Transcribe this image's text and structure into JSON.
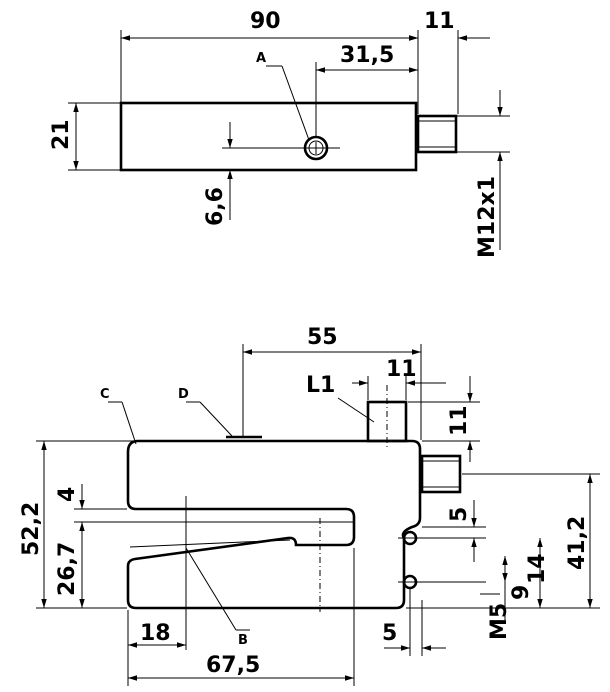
{
  "top_view": {
    "dims": {
      "length": "90",
      "connector_length": "11",
      "screw_offset": "31,5",
      "height": "21",
      "screw_height": "6,6",
      "thread": "M12x1"
    },
    "callouts": {
      "a": "A"
    }
  },
  "front_view": {
    "dims": {
      "top_to_slot": "55",
      "l1_width": "11",
      "l1_height": "11",
      "total_height": "52,2",
      "slot_opening": "4",
      "lower_part_height": "26,7",
      "connector_height": "41,2",
      "hole_upper_offset": "5",
      "hole_spacing": "9",
      "hole_lower_height": "14",
      "slot_depth": "18",
      "width": "67,5",
      "hole_edge_offset": "5",
      "hole_thread": "M5"
    },
    "callouts": {
      "l1": "L1",
      "c": "C",
      "d": "D",
      "b": "B"
    }
  }
}
